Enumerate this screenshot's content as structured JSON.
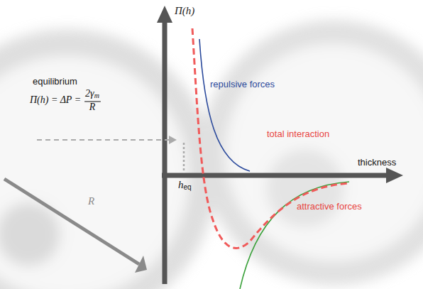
{
  "diagram": {
    "labels": [
      "Π(h)",
      "thickness",
      "repulsive forces",
      "total interaction",
      "attractive forces",
      "equilibrium",
      "Π(h) = ΔP =",
      "2γ",
      "m",
      "R",
      "h",
      "eq",
      "R"
    ]
  }
}
